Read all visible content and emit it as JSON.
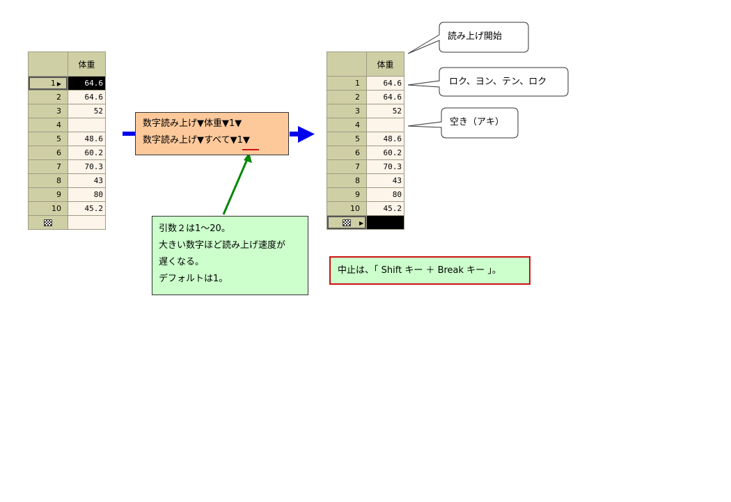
{
  "left_table": {
    "header": "体重",
    "rows": [
      {
        "n": "1",
        "v": "64.6"
      },
      {
        "n": "2",
        "v": "64.6"
      },
      {
        "n": "3",
        "v": "52"
      },
      {
        "n": "4",
        "v": ""
      },
      {
        "n": "5",
        "v": "48.6"
      },
      {
        "n": "6",
        "v": "60.2"
      },
      {
        "n": "7",
        "v": "70.3"
      },
      {
        "n": "8",
        "v": "43"
      },
      {
        "n": "9",
        "v": "80"
      },
      {
        "n": "10",
        "v": "45.2"
      }
    ]
  },
  "right_table": {
    "header": "体重",
    "rows": [
      {
        "n": "1",
        "v": "64.6"
      },
      {
        "n": "2",
        "v": "64.6"
      },
      {
        "n": "3",
        "v": "52"
      },
      {
        "n": "4",
        "v": ""
      },
      {
        "n": "5",
        "v": "48.6"
      },
      {
        "n": "6",
        "v": "60.2"
      },
      {
        "n": "7",
        "v": "70.3"
      },
      {
        "n": "8",
        "v": "43"
      },
      {
        "n": "9",
        "v": "80"
      },
      {
        "n": "10",
        "v": "45.2"
      }
    ]
  },
  "command_box": {
    "line1": "数字読み上げ▼体重▼1▼",
    "line2": "数字読み上げ▼すべて▼1▼"
  },
  "note_box": {
    "lines": [
      "引数２は1～20。",
      "大きい数字ほど読み上げ速度が",
      "遅くなる。",
      "デフォルトは1。"
    ]
  },
  "callouts": {
    "start": "読み上げ開始",
    "reading": "ロク、ヨン、テン、ロク",
    "empty": "空き（アキ）"
  },
  "stop_note": "中止は、「 Shift キー ＋ Break キー 」。",
  "colors": {
    "row_header": "#cfcfa5",
    "cell": "#fdf4ea",
    "command_bg": "#fdc99b",
    "note_bg": "#ccffcc",
    "stop_border": "#cc1111",
    "blue_arrow": "#0000ee",
    "green_arrow": "#008800"
  }
}
